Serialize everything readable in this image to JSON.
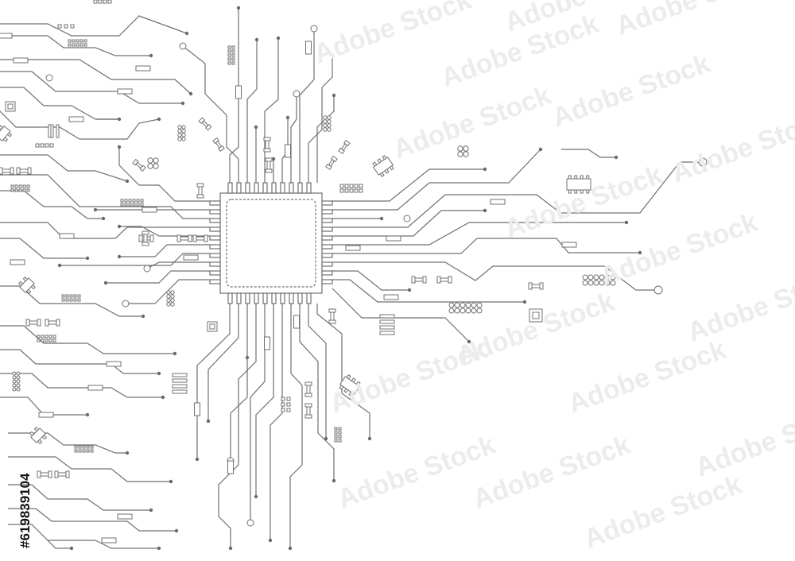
{
  "image": {
    "kind": "circuit-board line illustration",
    "background_color": "#ffffff",
    "trace_color": "#707070",
    "pad_color": "#6a6a6a",
    "watermark_color": "#ececec"
  },
  "watermark": {
    "text": "Adobe Stock",
    "id_text": "#619839104"
  },
  "icons": [
    "cpu-chip-icon",
    "resistor-icon",
    "capacitor-icon",
    "ic-chip-icon",
    "via-pad-icon"
  ]
}
